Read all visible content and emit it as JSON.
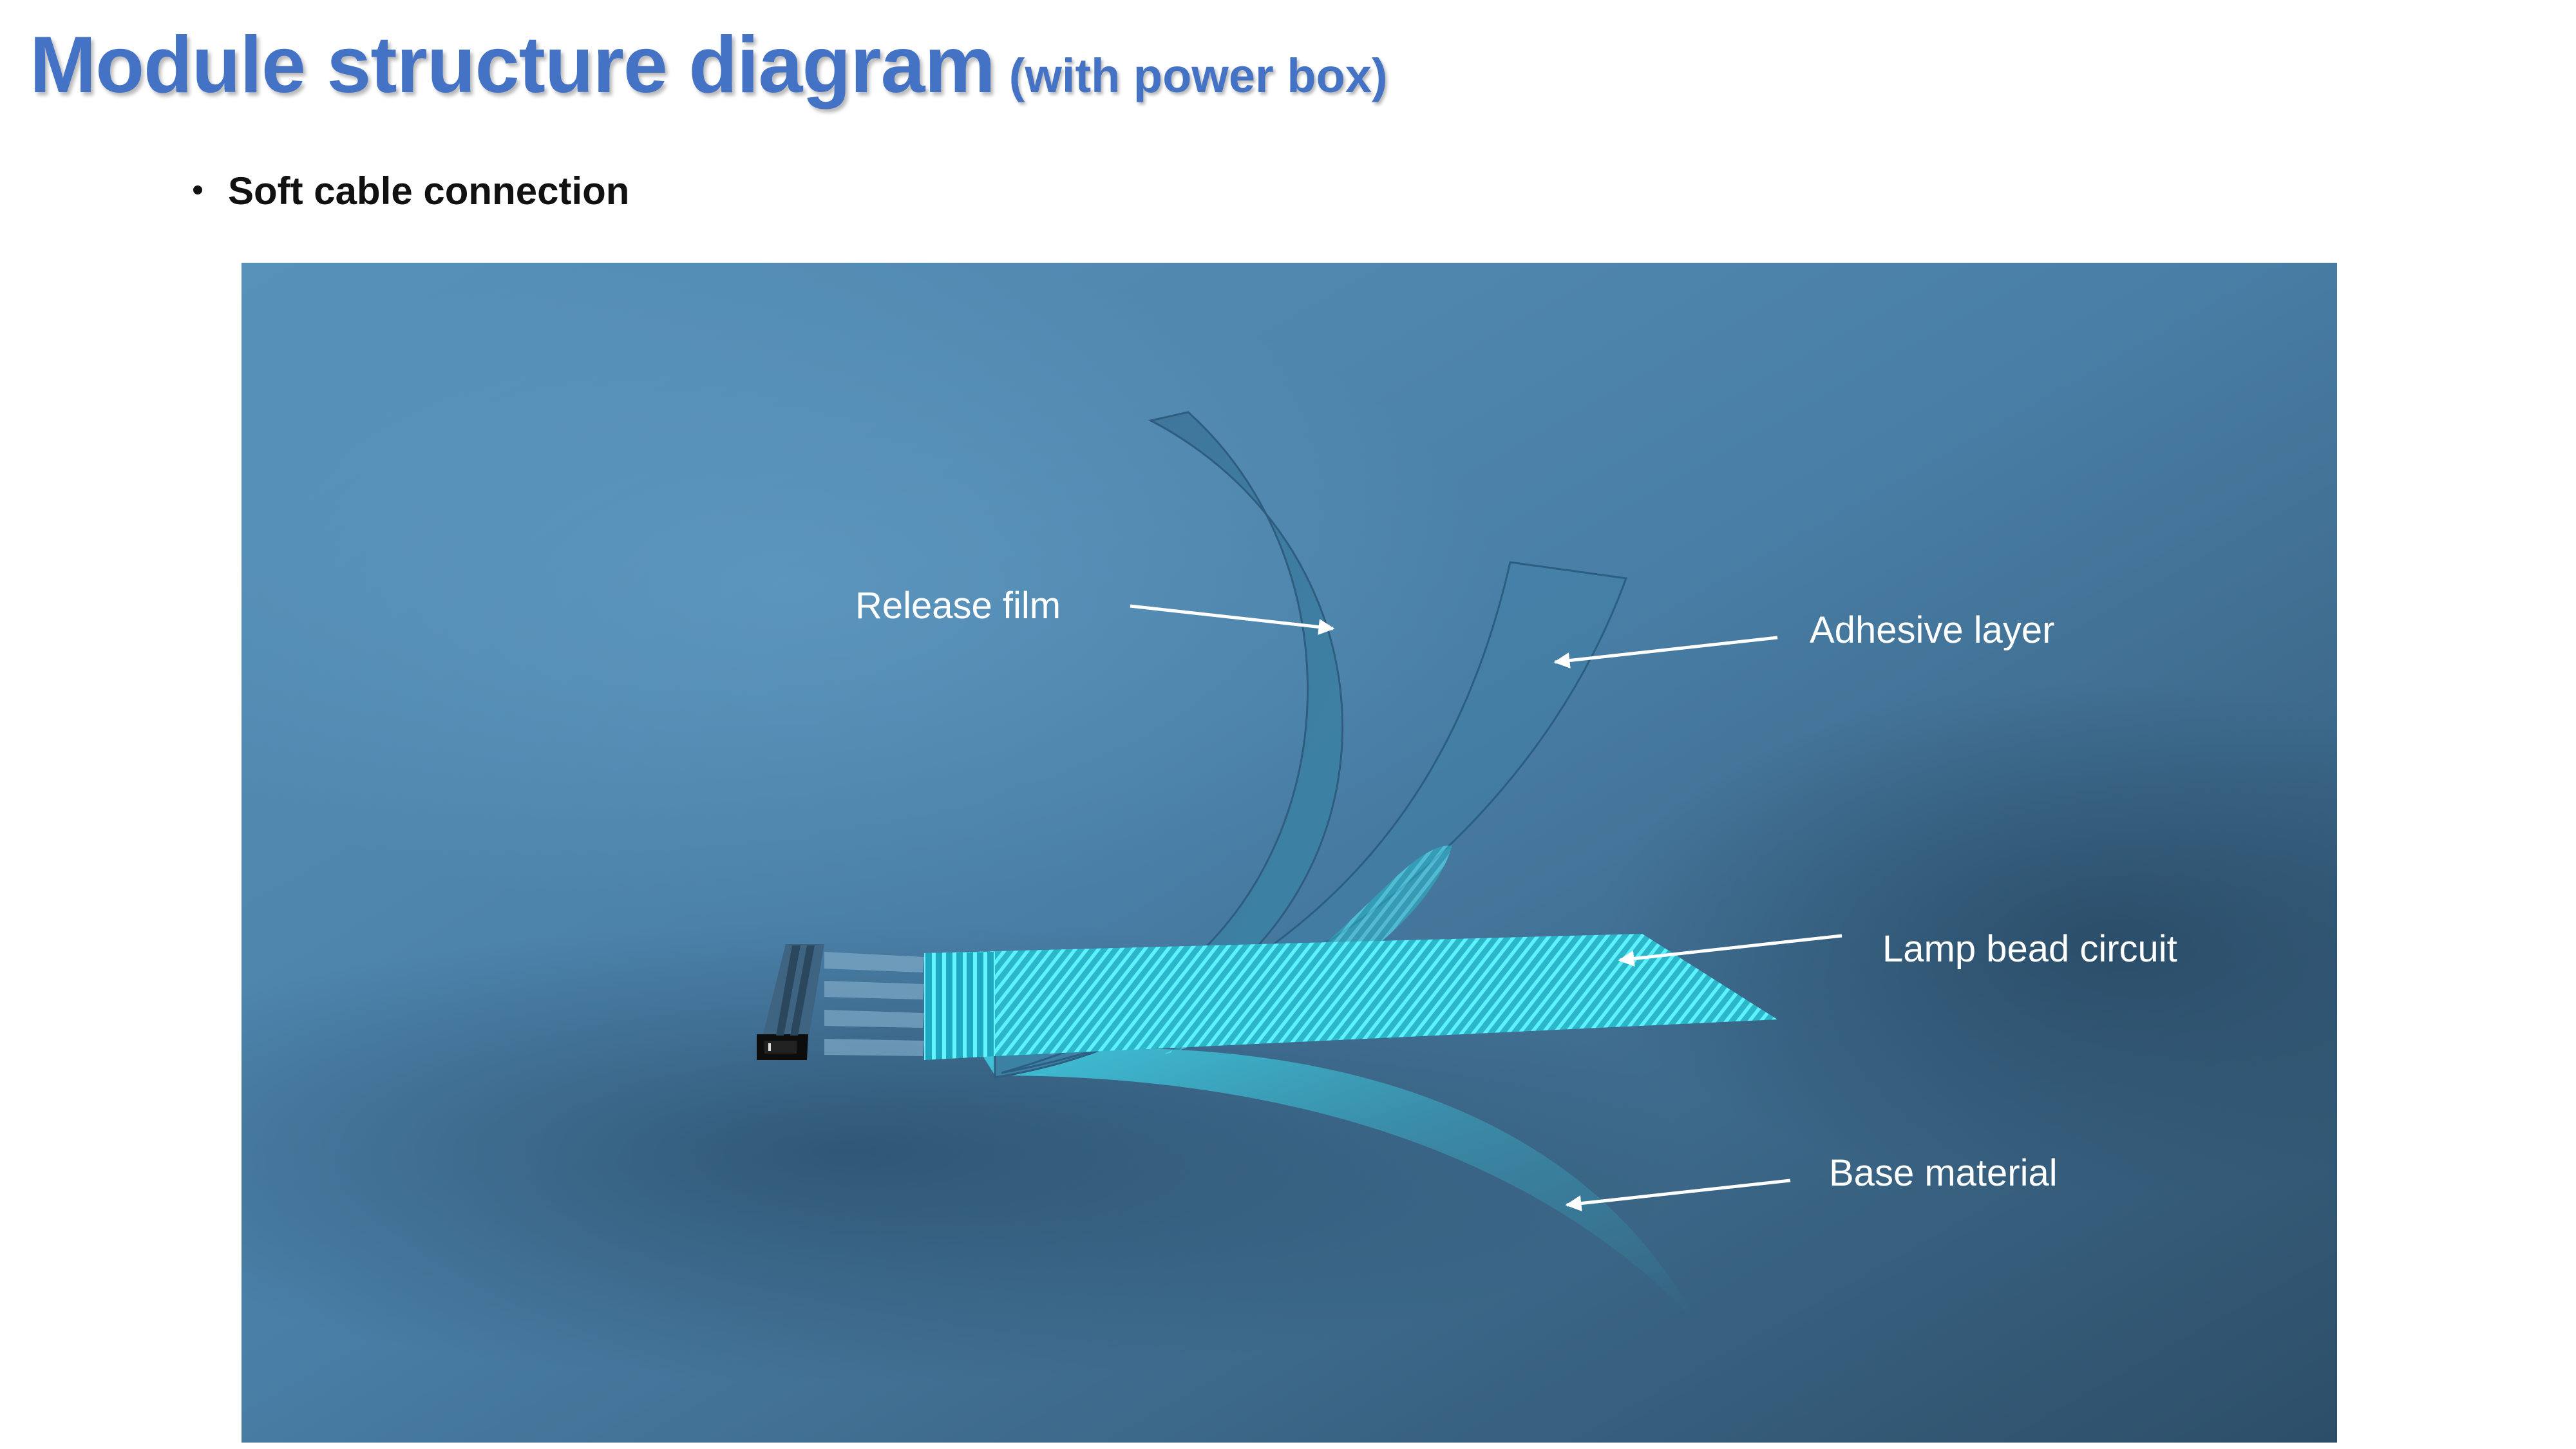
{
  "header": {
    "title": "Module structure diagram",
    "subtitle": "(with power box)"
  },
  "bullet": {
    "text": "Soft cable connection"
  },
  "diagram": {
    "labels": {
      "release_film": "Release film",
      "adhesive_layer": "Adhesive layer",
      "lamp_bead_circuit": "Lamp bead circuit",
      "base_material": "Base material"
    }
  },
  "colors": {
    "title": "#4472C4",
    "background_light": "#548BB4",
    "background_dark": "#2F536D",
    "circuit": "#3FE3F0",
    "label": "#FFFFFF"
  },
  "icons": {
    "bullet": "bullet-dot",
    "arrow": "arrow-right"
  }
}
